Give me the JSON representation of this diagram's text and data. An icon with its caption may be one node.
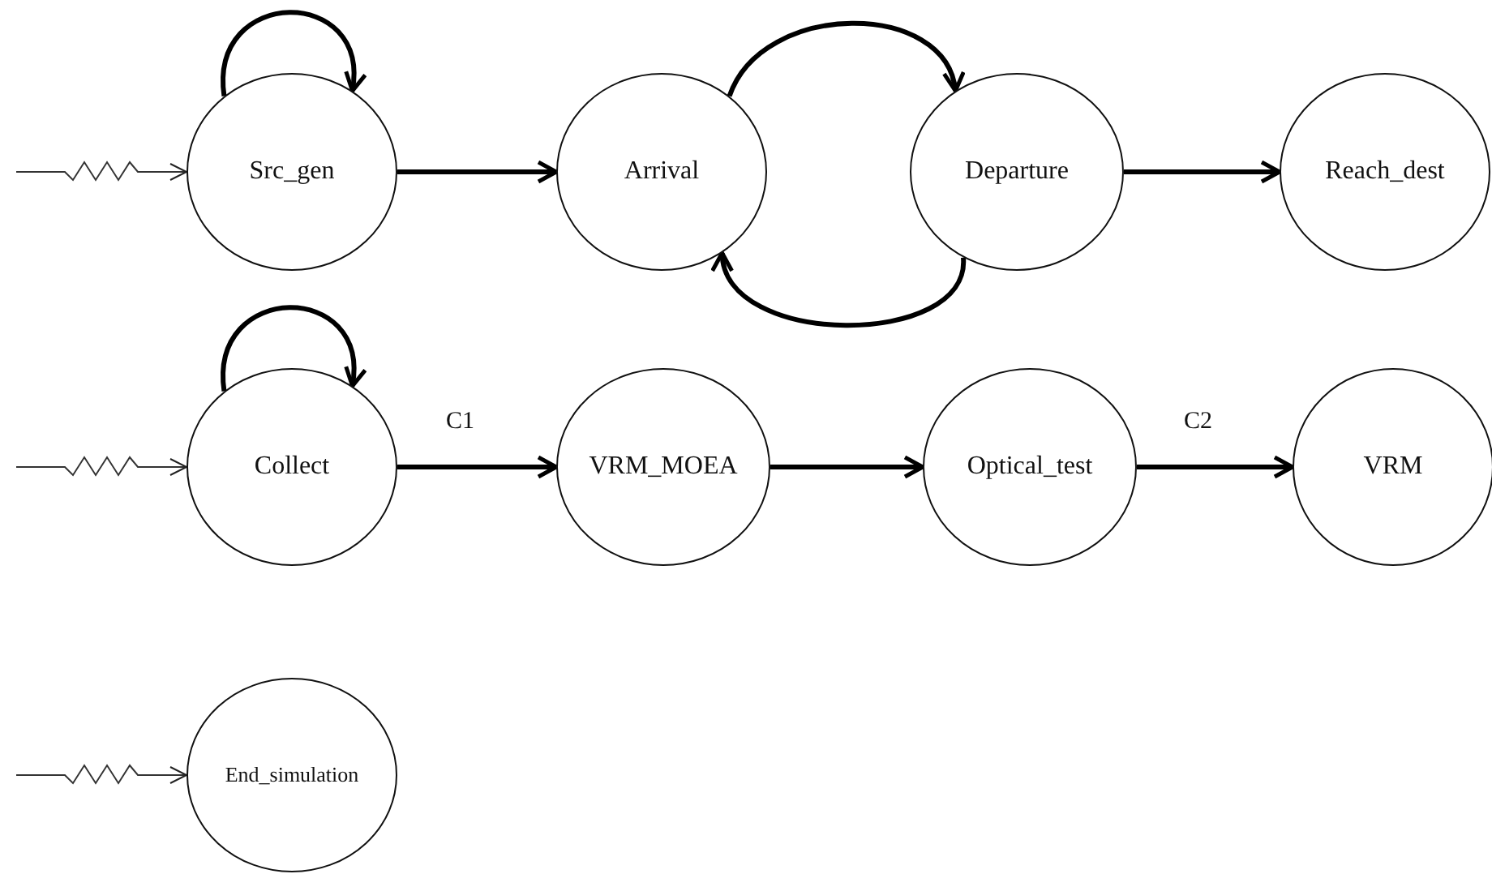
{
  "diagram": {
    "nodes": [
      {
        "text": [
          "Src_gen"
        ]
      },
      {
        "text": [
          "Arrival"
        ]
      },
      {
        "text": [
          "Departure"
        ]
      },
      {
        "text": [
          "Reach_dest"
        ]
      },
      {
        "text": [
          "Collect"
        ]
      },
      {
        "text": [
          "VRM_MOEA"
        ]
      },
      {
        "text": [
          "Optical_test"
        ]
      },
      {
        "text": [
          "VRM"
        ]
      },
      {
        "text": [
          "End_simulation"
        ]
      }
    ],
    "edges": [
      {
        "from": null,
        "to": 0,
        "arrow": "to"
      },
      {
        "from": 0,
        "to": 0,
        "arrow": "to"
      },
      {
        "from": 0,
        "to": 1,
        "arrow": "to"
      },
      {
        "from": 1,
        "to": 2,
        "arrow": "to"
      },
      {
        "from": 2,
        "to": 1,
        "arrow": "to"
      },
      {
        "from": 2,
        "to": 3,
        "arrow": "to"
      },
      {
        "from": null,
        "to": 4,
        "arrow": "to"
      },
      {
        "from": 4,
        "to": 4,
        "arrow": "to"
      },
      {
        "from": 4,
        "to": 5,
        "arrow": "to",
        "label": "C1"
      },
      {
        "from": 5,
        "to": 6,
        "arrow": "to"
      },
      {
        "from": 6,
        "to": 7,
        "arrow": "to",
        "label": "C2"
      },
      {
        "from": null,
        "to": 8,
        "arrow": "to"
      }
    ]
  }
}
